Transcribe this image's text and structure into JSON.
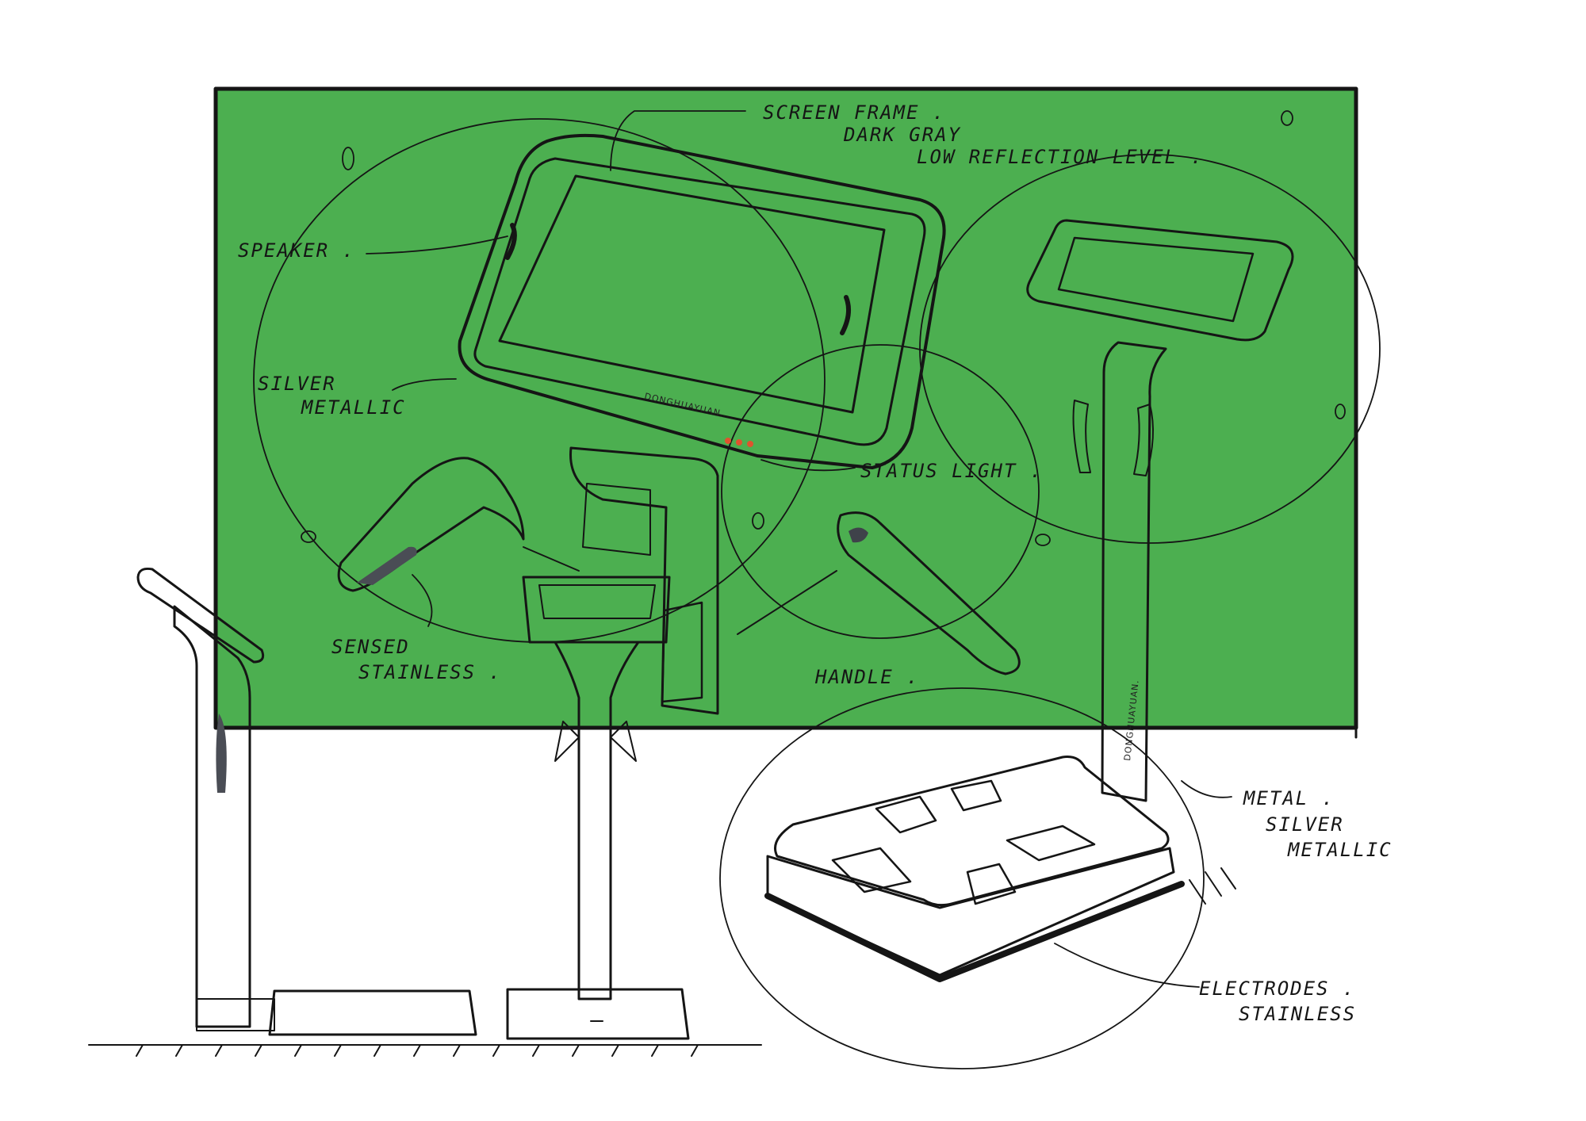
{
  "colors": {
    "board": "#4caf50",
    "board_dark": "#3f9a43",
    "screen_frame": "#56595f",
    "silver": "#c9ccd3",
    "silver_light": "#e9eaee",
    "dark_gray": "#5a5d66",
    "ink": "#151515",
    "status_light": "#e0532e"
  },
  "brand": "DONGHUAYUAN.",
  "labels": {
    "screen_frame": "SCREEN FRAME .",
    "dark_gray": "DARK GRAY",
    "low_reflection": "LOW REFLECTION LEVEL .",
    "speaker": "SPEAKER .",
    "silver": "SILVER",
    "metallic": "METALLIC",
    "status_light": "STATUS LIGHT .",
    "sensed": "SENSED",
    "stainless_1": "STAINLESS .",
    "handle": "HANDLE .",
    "metal": "METAL .",
    "silver_2": "SILVER",
    "metallic_2": "METALLIC",
    "electrodes": "ELECTRODES .",
    "stainless_2": "STAINLESS"
  }
}
